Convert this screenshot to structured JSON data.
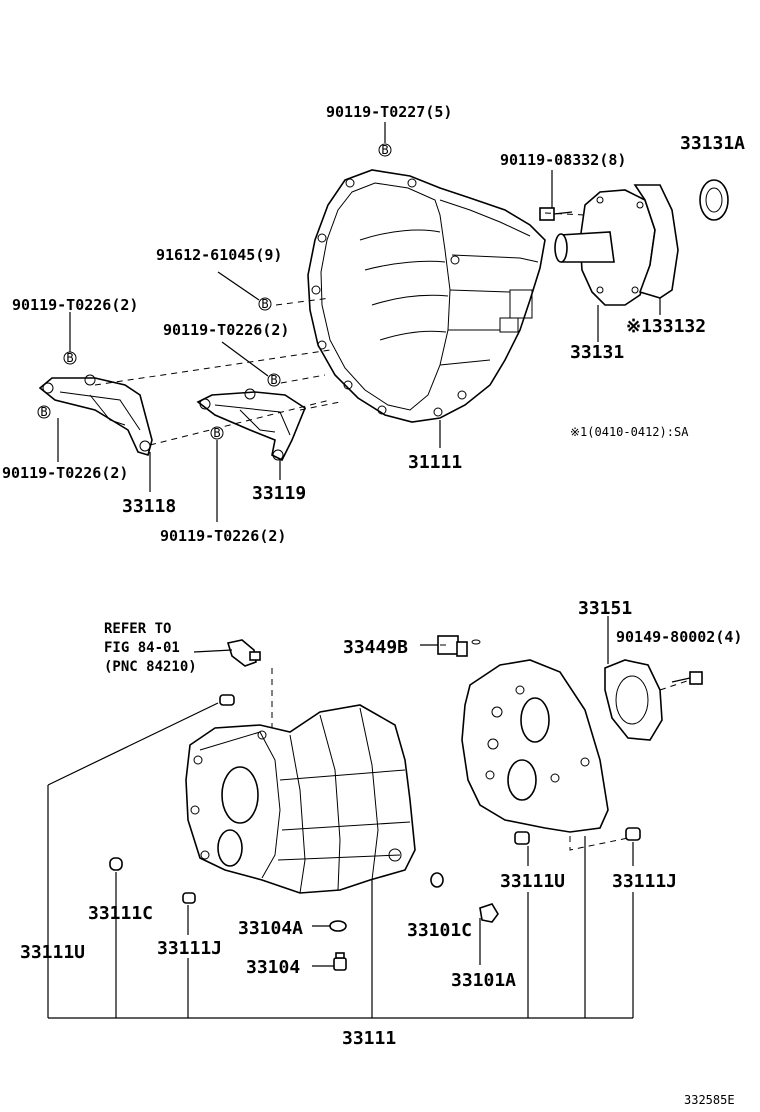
{
  "labels": {
    "t_90119_T0227": "90119-T0227(5)",
    "t_90119_08332": "90119-08332(8)",
    "t_33131A": "33131A",
    "t_91612_61045": "91612-61045(9)",
    "t_90119_T0226_a": "90119-T0226(2)",
    "t_90119_T0226_b": "90119-T0226(2)",
    "t_90119_T0226_c": "90119-T0226(2)",
    "t_90119_T0226_d": "90119-T0226(2)",
    "t_33132": "※133132",
    "t_33131": "33131",
    "t_note1": "※1(0410-0412):SA",
    "t_31111": "31111",
    "t_33118": "33118",
    "t_33119": "33119",
    "t_refer_1": "REFER TO",
    "t_refer_2": "FIG 84-01",
    "t_refer_3": "(PNC 84210)",
    "t_33151": "33151",
    "t_90149_80002": "90149-80002(4)",
    "t_33449B": "33449B",
    "t_33111U_a": "33111U",
    "t_33111J_a": "33111J",
    "t_33111C": "33111C",
    "t_33104A": "33104A",
    "t_33101C": "33101C",
    "t_33111U_b": "33111U",
    "t_33111J_b": "33111J",
    "t_33104": "33104",
    "t_33101A": "33101A",
    "t_33111": "33111",
    "t_code": "332585E"
  },
  "marker": "B"
}
